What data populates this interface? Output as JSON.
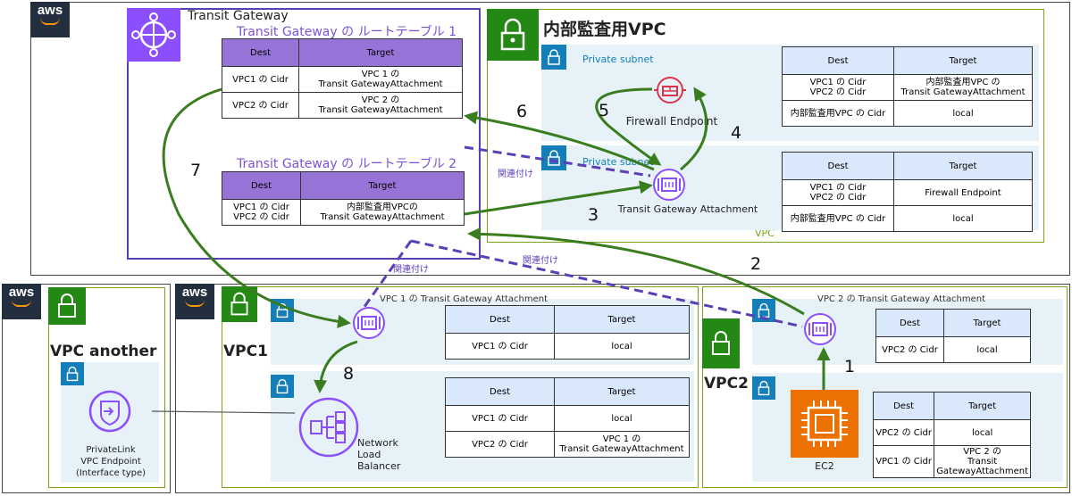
{
  "main_account": {
    "logo": "aws"
  },
  "another_account": {
    "logo": "aws"
  },
  "vpc_account": {
    "logo": "aws"
  },
  "tgw": {
    "title": "Transit Gateway",
    "rt1_title": "Transit Gateway の ルートテーブル 1",
    "rt2_title": "Transit Gateway の ルートテーブル 2",
    "rt1": {
      "headers": [
        "Dest",
        "Target"
      ],
      "rows": [
        [
          "VPC1 の Cidr",
          "VPC 1 の\nTransit GatewayAttachment"
        ],
        [
          "VPC2 の Cidr",
          "VPC 2 の\nTransit GatewayAttachment"
        ]
      ]
    },
    "rt2": {
      "headers": [
        "Dest",
        "Target"
      ],
      "rows": [
        [
          "VPC1 の Cidr\nVPC2 の Cidr",
          "内部監査用VPCの\nTransit GatewayAttachment"
        ]
      ]
    }
  },
  "audit_vpc": {
    "title": "内部監査用VPC",
    "vpc_label": "VPC",
    "subnet1_label": "Private subnet",
    "subnet2_label": "Private subnet",
    "firewall_label": "Firewall Endpoint",
    "attachment_label": "Transit Gateway Attachment",
    "rt_a": {
      "headers": [
        "Dest",
        "Target"
      ],
      "rows": [
        [
          "VPC1 の Cidr\nVPC2 の Cidr",
          "内部監査用VPC の\nTransit GatewayAttachment"
        ],
        [
          "内部監査用VPC の Cidr",
          "local"
        ]
      ]
    },
    "rt_b": {
      "headers": [
        "Dest",
        "Target"
      ],
      "rows": [
        [
          "VPC1 の Cidr\nVPC2 の Cidr",
          "Firewall Endpoint"
        ],
        [
          "内部監査用VPC の Cidr",
          "local"
        ]
      ]
    }
  },
  "vpc_another": {
    "title": "VPC another",
    "endpoint_label": "PrivateLink\nVPC Endpoint\n(Interface type)"
  },
  "vpc1": {
    "title": "VPC1",
    "subnet_title": "VPC 1 の Transit Gateway Attachment",
    "nlb_label": "Network\nLoad\nBalancer",
    "rt_a": {
      "headers": [
        "Dest",
        "Target"
      ],
      "rows": [
        [
          "VPC1 の Cidr",
          "local"
        ]
      ]
    },
    "rt_b": {
      "headers": [
        "Dest",
        "Target"
      ],
      "rows": [
        [
          "VPC1 の Cidr",
          "local"
        ],
        [
          "VPC2 の Cidr",
          "VPC 1 の\nTransit GatewayAttachment"
        ]
      ]
    }
  },
  "vpc2": {
    "title": "VPC2",
    "subnet_title": "VPC 2 の Transit Gateway Attachment",
    "ec2_label": "EC2",
    "rt_a": {
      "headers": [
        "Dest",
        "Target"
      ],
      "rows": [
        [
          "VPC2 の Cidr",
          "local"
        ]
      ]
    },
    "rt_b": {
      "headers": [
        "Dest",
        "Target"
      ],
      "rows": [
        [
          "VPC2 の Cidr",
          "local"
        ],
        [
          "VPC1 の Cidr",
          "VPC 2 の\nTransit\nGatewayAttachment"
        ]
      ]
    }
  },
  "flow": {
    "steps": [
      "1",
      "2",
      "3",
      "4",
      "5",
      "6",
      "7",
      "8"
    ],
    "association_label": "関連付け"
  },
  "colors": {
    "flow_green": "#3a7d1e",
    "assoc_purple": "#5a3fb5",
    "tgw_purple": "#8c4fff",
    "firewall_red": "#dd344c",
    "ec2_orange": "#ed7100",
    "vpc_green": "#248814",
    "subnet_blue": "#147eba"
  }
}
